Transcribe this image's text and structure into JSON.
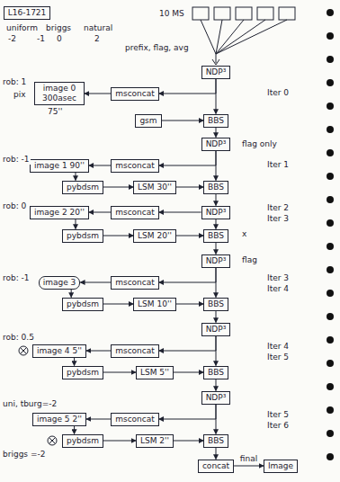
{
  "diagram": {
    "nodes": [
      {
        "text": [
          "L16-1721"
        ]
      },
      {
        "text": [
          "NDP³"
        ]
      },
      {
        "text": [
          "image 0 300asec"
        ]
      },
      {
        "text": [
          "msconcat"
        ]
      },
      {
        "text": [
          "gsm"
        ]
      },
      {
        "text": [
          "BBS"
        ]
      },
      {
        "text": [
          "NDP³"
        ]
      },
      {
        "text": [
          "image 1 90''"
        ]
      },
      {
        "text": [
          "msconcat"
        ]
      },
      {
        "text": [
          "pybdsm"
        ]
      },
      {
        "text": [
          "LSM 30''"
        ]
      },
      {
        "text": [
          "BBS"
        ]
      },
      {
        "text": [
          "image 2 20''"
        ]
      },
      {
        "text": [
          "msconcat"
        ]
      },
      {
        "text": [
          "NDP³"
        ]
      },
      {
        "text": [
          "pybdsm"
        ]
      },
      {
        "text": [
          "LSM 20''"
        ]
      },
      {
        "text": [
          "BBS"
        ]
      },
      {
        "text": [
          "NDP³"
        ]
      },
      {
        "text": [
          "image 3"
        ]
      },
      {
        "text": [
          "msconcat"
        ]
      },
      {
        "text": [
          "pybdsm"
        ]
      },
      {
        "text": [
          "LSM 10''"
        ]
      },
      {
        "text": [
          "BBS"
        ]
      },
      {
        "text": [
          "NDP³"
        ]
      },
      {
        "text": [
          "image 4 5''"
        ]
      },
      {
        "text": [
          "msconcat"
        ]
      },
      {
        "text": [
          "pybdsm"
        ]
      },
      {
        "text": [
          "LSM 5''"
        ]
      },
      {
        "text": [
          "BBS"
        ]
      },
      {
        "text": [
          "NDP³"
        ]
      },
      {
        "text": [
          "image 5 2''"
        ]
      },
      {
        "text": [
          "msconcat"
        ]
      },
      {
        "text": [
          "pybdsm"
        ]
      },
      {
        "text": [
          "LSM 2''"
        ]
      },
      {
        "text": [
          "BBS"
        ]
      },
      {
        "text": [
          "concat"
        ]
      },
      {
        "text": [
          "Image"
        ]
      }
    ],
    "edges": [
      {
        "from": 1,
        "to": 3,
        "arrow": "to"
      },
      {
        "from": 3,
        "to": 2,
        "arrow": "to"
      },
      {
        "from": 1,
        "to": 5,
        "arrow": "to"
      },
      {
        "from": 4,
        "to": 5,
        "arrow": "to"
      },
      {
        "from": 5,
        "to": 6,
        "arrow": "to"
      },
      {
        "from": 6,
        "to": 8,
        "arrow": "to"
      },
      {
        "from": 8,
        "to": 7,
        "arrow": "to"
      },
      {
        "from": 7,
        "to": 9,
        "arrow": "to"
      },
      {
        "from": 9,
        "to": 10,
        "arrow": "to"
      },
      {
        "from": 10,
        "to": 11,
        "arrow": "to"
      },
      {
        "from": 6,
        "to": 11,
        "arrow": "to"
      },
      {
        "from": 11,
        "to": 14,
        "arrow": "to"
      },
      {
        "from": 14,
        "to": 13,
        "arrow": "to"
      },
      {
        "from": 13,
        "to": 12,
        "arrow": "to"
      },
      {
        "from": 12,
        "to": 15,
        "arrow": "to"
      },
      {
        "from": 15,
        "to": 16,
        "arrow": "to"
      },
      {
        "from": 16,
        "to": 17,
        "arrow": "to"
      },
      {
        "from": 14,
        "to": 17,
        "arrow": "to"
      },
      {
        "from": 17,
        "to": 18,
        "arrow": "to"
      },
      {
        "from": 18,
        "to": 20,
        "arrow": "to"
      },
      {
        "from": 20,
        "to": 19,
        "arrow": "to"
      },
      {
        "from": 19,
        "to": 21,
        "arrow": "to"
      },
      {
        "from": 21,
        "to": 22,
        "arrow": "to"
      },
      {
        "from": 22,
        "to": 23,
        "arrow": "to"
      },
      {
        "from": 18,
        "to": 23,
        "arrow": "to"
      },
      {
        "from": 23,
        "to": 24,
        "arrow": "to"
      },
      {
        "from": 24,
        "to": 26,
        "arrow": "to"
      },
      {
        "from": 26,
        "to": 25,
        "arrow": "to"
      },
      {
        "from": 25,
        "to": 27,
        "arrow": "to"
      },
      {
        "from": 27,
        "to": 28,
        "arrow": "to"
      },
      {
        "from": 28,
        "to": 29,
        "arrow": "to"
      },
      {
        "from": 24,
        "to": 29,
        "arrow": "to"
      },
      {
        "from": 29,
        "to": 30,
        "arrow": "to"
      },
      {
        "from": 30,
        "to": 32,
        "arrow": "to"
      },
      {
        "from": 32,
        "to": 31,
        "arrow": "to"
      },
      {
        "from": 31,
        "to": 33,
        "arrow": "to"
      },
      {
        "from": 33,
        "to": 34,
        "arrow": "to"
      },
      {
        "from": 34,
        "to": 35,
        "arrow": "to"
      },
      {
        "from": 30,
        "to": 35,
        "arrow": "to"
      },
      {
        "from": 35,
        "to": 36,
        "arrow": "to"
      },
      {
        "from": 36,
        "to": 37,
        "label": "final",
        "arrow": "to"
      }
    ],
    "labels": [
      "uniform",
      "briggs",
      "natural",
      "-2",
      "-1",
      "0",
      "2",
      "prefix, flag, avg",
      "10 MS",
      "rob: 1",
      "pix",
      "75''",
      "Iter 0",
      "flag only",
      "rob: -1",
      "Iter 1",
      "rob: 0",
      "Iter 2",
      "Iter 3",
      "x",
      "flag",
      "rob: -1",
      "Iter 3",
      "Iter 4",
      "rob: 0.5",
      "Iter 4",
      "Iter 5",
      "uni, tburg=-2",
      "Iter 5",
      "Iter 6",
      "briggs =-2"
    ]
  }
}
